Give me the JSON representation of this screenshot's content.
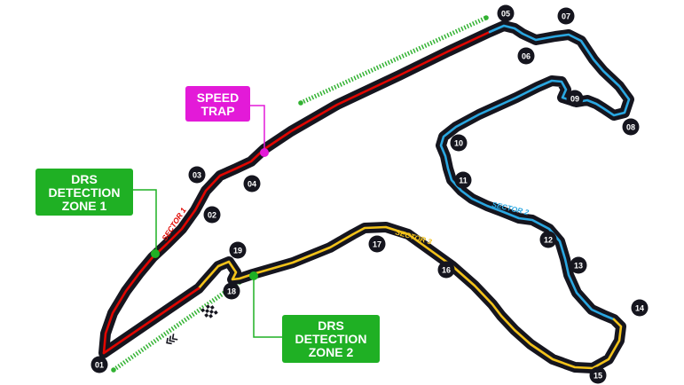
{
  "colors": {
    "track": "#15151e",
    "sector1": "#e10600",
    "sector2": "#2aa7e1",
    "sector3": "#f2c21a",
    "drs": "#32b232",
    "drs_box": "#1fb024",
    "speed_trap": "#e31ad8"
  },
  "turns": [
    "01",
    "02",
    "03",
    "04",
    "05",
    "06",
    "07",
    "08",
    "09",
    "10",
    "11",
    "12",
    "13",
    "14",
    "15",
    "16",
    "17",
    "18",
    "19"
  ],
  "sectors": {
    "s1": "SECTOR 1",
    "s2": "SECTOR 2",
    "s3": "SECTOR 3"
  },
  "boxes": {
    "speed_trap": [
      "SPEED",
      "TRAP"
    ],
    "drs_detection_1": [
      "DRS",
      "DETECTION",
      "ZONE 1"
    ],
    "drs_detection_2": [
      "DRS",
      "DETECTION",
      "ZONE 2"
    ]
  },
  "icons": {
    "start_flag": "chequered-flag-icon",
    "direction": "direction-chevrons-icon"
  }
}
